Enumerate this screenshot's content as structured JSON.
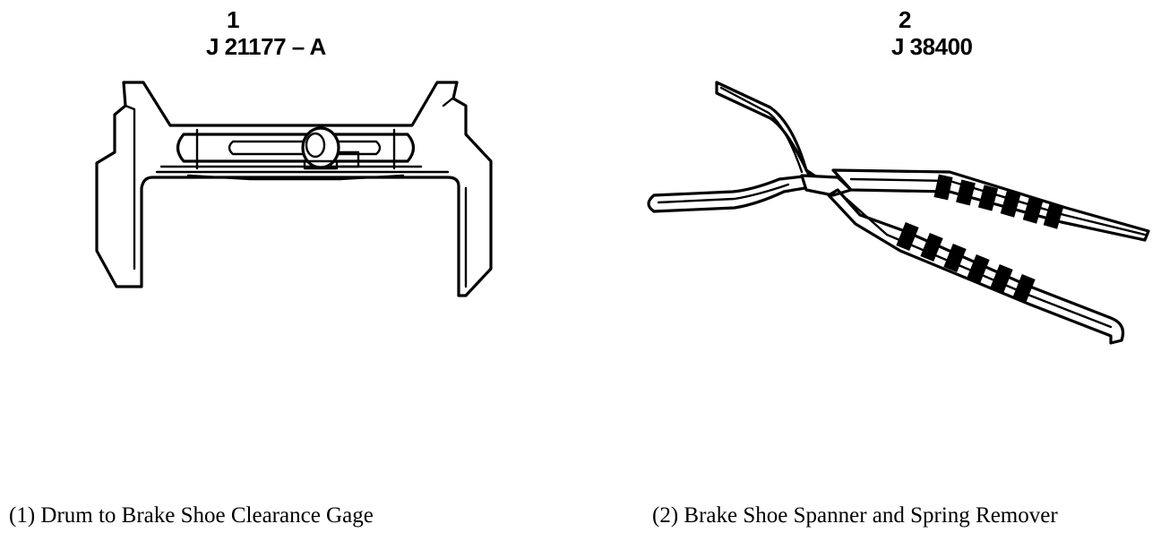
{
  "tools": [
    {
      "number": "1",
      "part_number": "J 21177 – A",
      "caption": "(1)  Drum to Brake Shoe Clearance Gage"
    },
    {
      "number": "2",
      "part_number": "J 38400",
      "caption": "(2)  Brake Shoe Spanner and Spring Remover"
    }
  ]
}
